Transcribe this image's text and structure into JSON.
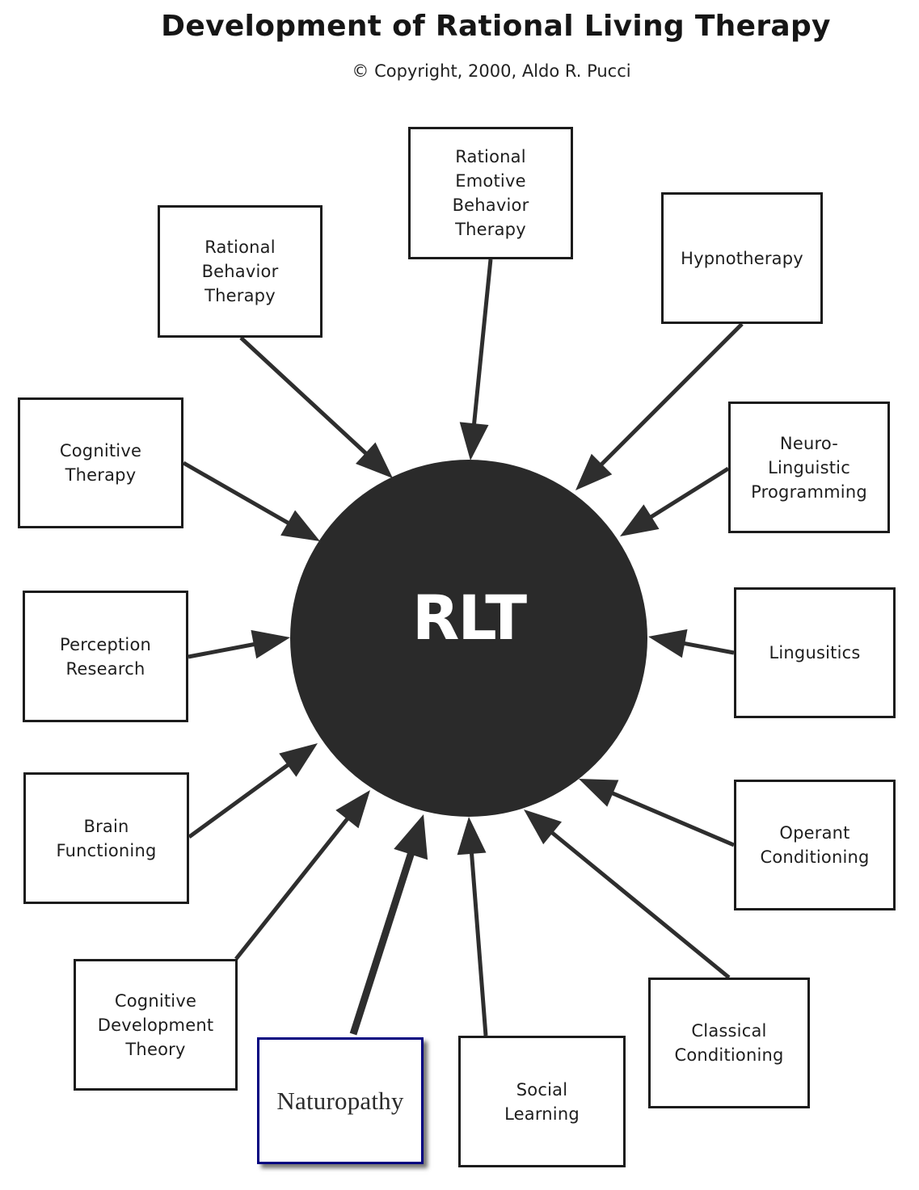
{
  "title": "Development of Rational Living Therapy",
  "copyright": "© Copyright, 2000, Aldo R. Pucci",
  "hub": {
    "label": "RLT",
    "color": "#2a2a2a"
  },
  "colors": {
    "arrow": "#2e2e2e",
    "box_border": "#1c1c1c",
    "highlight_border": "#000080"
  },
  "influences": [
    {
      "id": "rebt",
      "label": "Rational\nEmotive\nBehavior\nTherapy"
    },
    {
      "id": "hypnotherapy",
      "label": "Hypnotherapy"
    },
    {
      "id": "nlp",
      "label": "Neuro-\nLinguistic\nProgramming"
    },
    {
      "id": "linguistics",
      "label": "Lingusitics"
    },
    {
      "id": "operant",
      "label": "Operant\nConditioning"
    },
    {
      "id": "classical",
      "label": "Classical\nConditioning"
    },
    {
      "id": "social",
      "label": "Social\nLearning"
    },
    {
      "id": "naturopathy",
      "label": "Naturopathy",
      "highlighted": true
    },
    {
      "id": "cogdev",
      "label": "Cognitive\nDevelopment\nTheory"
    },
    {
      "id": "brain",
      "label": "Brain\nFunctioning"
    },
    {
      "id": "perception",
      "label": "Perception\nResearch"
    },
    {
      "id": "cogtherapy",
      "label": "Cognitive\nTherapy"
    },
    {
      "id": "rbt",
      "label": "Rational\nBehavior\nTherapy"
    }
  ]
}
